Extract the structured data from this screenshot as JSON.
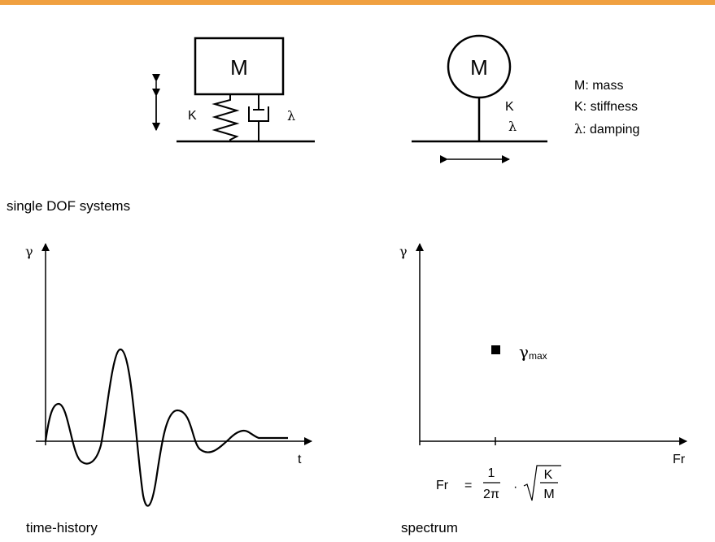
{
  "colors": {
    "accent_bar": "#f0a040",
    "ink": "#000000"
  },
  "sdof": {
    "mass_label": "M",
    "stiffness_label": "K",
    "damping_symbol": "λ",
    "legend": [
      {
        "symbol": "M",
        "text": ": mass"
      },
      {
        "symbol": "K",
        "text": ": stiffness"
      },
      {
        "symbol": "λ",
        "text": ": damping"
      }
    ],
    "caption": "single DOF systems"
  },
  "time_history": {
    "y_axis_label": "γ",
    "x_axis_label": "t",
    "caption": "time-history"
  },
  "spectrum": {
    "y_axis_label": "γ",
    "x_axis_label": "Fr",
    "point_label_main": "γ",
    "point_label_sub": "max",
    "caption": "spectrum",
    "formula": {
      "lhs": "Fr",
      "equals": "=",
      "numerator": "1",
      "denominator": "2π",
      "dot": "·",
      "sqrt_numerator": "K",
      "sqrt_denominator": "M"
    }
  }
}
